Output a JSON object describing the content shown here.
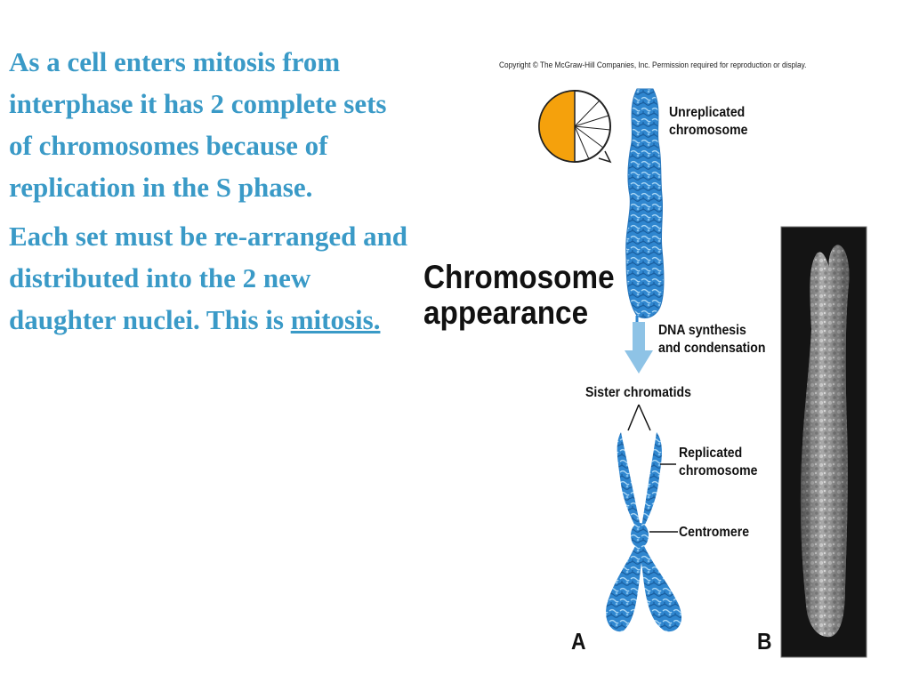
{
  "slide": {
    "paragraph1": "As a cell enters mitosis from interphase it has 2 complete sets of chromosomes because of replication in the S phase.",
    "paragraph2_prefix": "Each set must be re-arranged and distributed into the 2 new daughter nuclei.  This is ",
    "paragraph2_emphasis": "mitosis."
  },
  "figure": {
    "copyright": "Copyright © The McGraw-Hill Companies, Inc. Permission required for reproduction or display.",
    "title": "Chromosome appearance",
    "labels": {
      "unreplicated": "Unreplicated chromosome",
      "dna_synthesis": "DNA synthesis and condensation",
      "sister": "Sister chromatids",
      "replicated": "Replicated chromosome",
      "centromere": "Centromere",
      "panel_a": "A",
      "panel_b": "B"
    },
    "colors": {
      "text_accent": "#3a9ac7",
      "chromosome_blue": "#2f86cf",
      "arrow_blue": "#8ec3e6",
      "cycle_orange": "#f5a10c"
    },
    "icons": [
      "cell-cycle-icon",
      "down-arrow-icon",
      "micrograph-image"
    ]
  }
}
